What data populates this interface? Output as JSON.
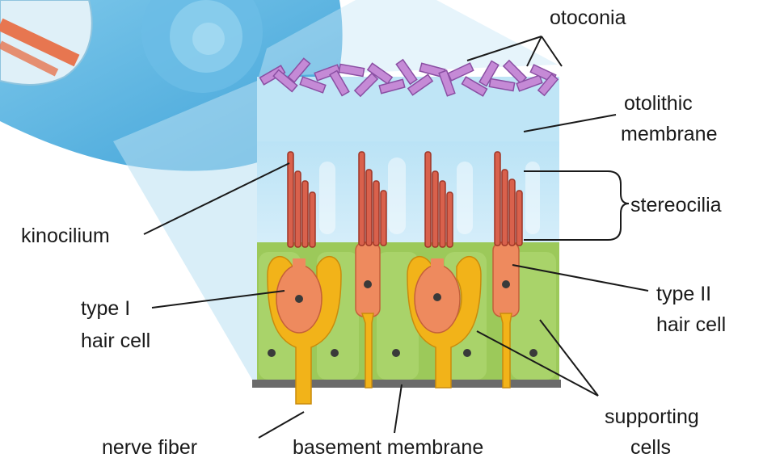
{
  "labels": {
    "otoconia": "otoconia",
    "otolithic_line1": "otolithic",
    "otolithic_line2": "membrane",
    "stereocilia": "stereocilia",
    "kinocilium": "kinocilium",
    "type1_line1": "type I",
    "type1_line2": "hair cell",
    "type2_line1": "type II",
    "type2_line2": "hair cell",
    "supporting_line1": "supporting",
    "supporting_line2": "cells",
    "nerve_fiber": "nerve fiber",
    "basement_membrane": "basement membrane"
  },
  "colors": {
    "cochlea": "#5ab4e0",
    "membrane": "#bfe3f5",
    "otoconia": "#c58ad6",
    "support_cells": "#9cc95a",
    "support_cell_fill": "#a9d36a",
    "hair_cell": "#ee8a5e",
    "nerve": "#f2b319",
    "stereocilia": "#c44a3a",
    "basement": "#6b6b6b",
    "leader_line": "#1a1a1a"
  }
}
